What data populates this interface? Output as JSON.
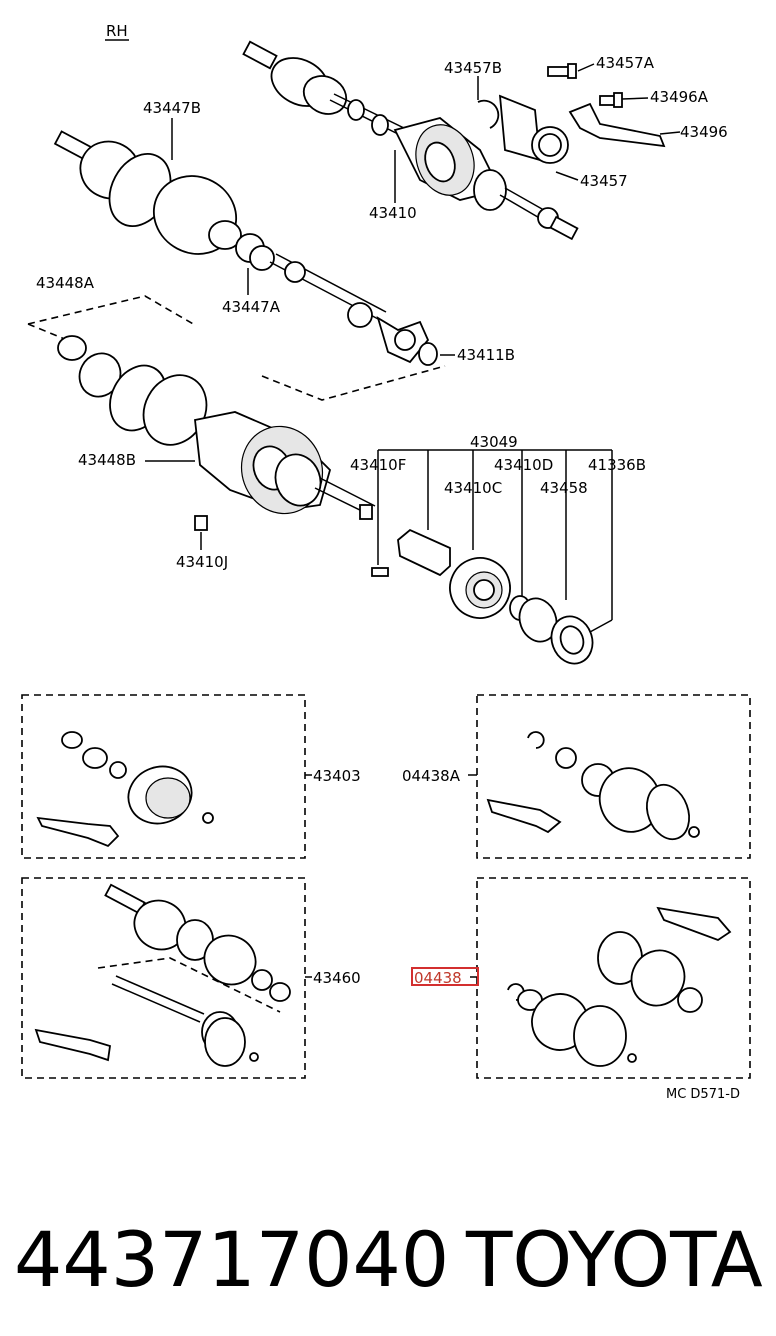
{
  "diagram": {
    "side_label": "RH",
    "labels": {
      "p43457B": "43457B",
      "p43457A": "43457A",
      "p43496A": "43496A",
      "p43496": "43496",
      "p43447B": "43447B",
      "p43457": "43457",
      "p43410": "43410",
      "p43447A": "43447A",
      "p43448A": "43448A",
      "p43411B": "43411B",
      "p43049": "43049",
      "p43448B": "43448B",
      "p43410F": "43410F",
      "p43410D": "43410D",
      "p41336B": "41336B",
      "p43410C": "43410C",
      "p43458": "43458",
      "p43410J": "43410J",
      "p43403": "43403",
      "p04438A": "04438A",
      "p43460": "43460",
      "p04438": "04438"
    },
    "highlight_color": "#d32f2f",
    "code": "MC  D571-D"
  },
  "footer": {
    "part_number": "443717040",
    "brand": "TOYOTA"
  }
}
